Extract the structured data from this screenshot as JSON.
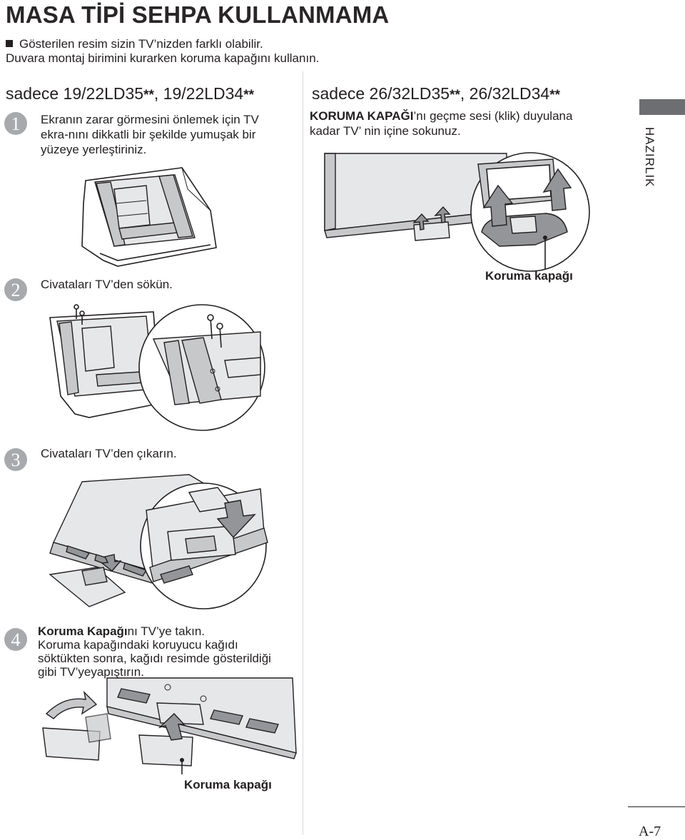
{
  "page": {
    "title": "MASA TİPİ SEHPA KULLANMAMA",
    "notes": [
      "Gösterilen resim sizin TV’nizden farklı olabilir.",
      "Duvara montaj birimini kurarken koruma kapağını kullanın."
    ],
    "side_tab_label": "HAZIRLIK",
    "page_number": "A-7"
  },
  "left": {
    "model_heading": "sadece 19/22LD35",
    "model_heading_stars1": "**",
    "model_heading_sep": ", 19/22LD34",
    "model_heading_stars2": "**"
  },
  "right": {
    "model_heading": "sadece 26/32LD35",
    "model_heading_stars1": "**",
    "model_heading_sep": ", 26/32LD34",
    "model_heading_stars2": "**",
    "instruction_bold": "KORUMA KAPAĞI",
    "instruction_line1_rest": "’nı geçme sesi (klik) duyulana",
    "instruction_line2": "kadar TV’ nin içine sokunuz.",
    "caption": "Koruma kapağı"
  },
  "steps": [
    {
      "number": "1",
      "lines": [
        "Ekranın zarar görmesini önlemek için TV",
        "ekra-nını dikkatli bir şekilde yumuşak bir",
        "yüzeye yerleştiriniz."
      ]
    },
    {
      "number": "2",
      "lines": [
        "Civataları TV’den sökün."
      ]
    },
    {
      "number": "3",
      "lines": [
        "Civataları TV’den çıkarın."
      ]
    },
    {
      "number": "4",
      "line1_bold": "Koruma Kapağı",
      "line1_rest": "nı TV’ye takın.",
      "lines": [
        "Koruma kapağındaki koruyucu kağıdı",
        "söktükten sonra, kağıdı resimde gösterildiği",
        "gibi TV’yeyapıştırın."
      ],
      "caption": "Koruma kapağı"
    }
  ],
  "icons": [
    "square-bullet-icon",
    "screw-icon",
    "arrow-up-icon",
    "arrow-down-icon",
    "curved-arrow-icon"
  ],
  "colors": {
    "text": "#231f20",
    "badge": "#a7a9ac",
    "tab": "#6d6e71",
    "divider": "#d9d9d9"
  }
}
